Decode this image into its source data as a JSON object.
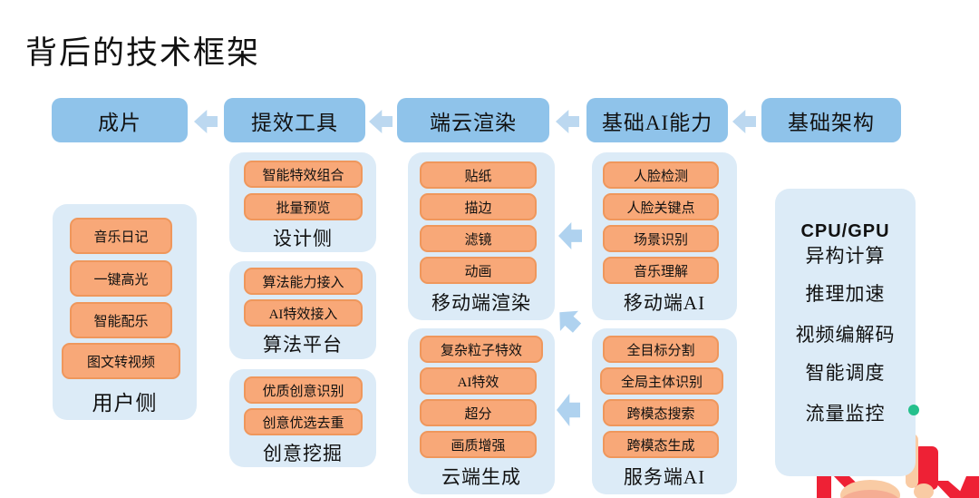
{
  "title": "背后的技术框架",
  "headers": [
    "成片",
    "提效工具",
    "端云渲染",
    "基础AI能力",
    "基础架构"
  ],
  "user_side": {
    "label": "用户侧",
    "items": [
      "音乐日记",
      "一键高光",
      "智能配乐",
      "图文转视频"
    ]
  },
  "design_side": {
    "label": "设计侧",
    "items": [
      "智能特效组合",
      "批量预览"
    ]
  },
  "algo_platform": {
    "label": "算法平台",
    "items": [
      "算法能力接入",
      "AI特效接入"
    ]
  },
  "creative_mining": {
    "label": "创意挖掘",
    "items": [
      "优质创意识别",
      "创意优选去重"
    ]
  },
  "mobile_render": {
    "label": "移动端渲染",
    "items": [
      "贴纸",
      "描边",
      "滤镜",
      "动画"
    ]
  },
  "cloud_gen": {
    "label": "云端生成",
    "items": [
      "复杂粒子特效",
      "AI特效",
      "超分",
      "画质增强"
    ]
  },
  "mobile_ai": {
    "label": "移动端AI",
    "items": [
      "人脸检测",
      "人脸关键点",
      "场景识别",
      "音乐理解"
    ]
  },
  "server_ai": {
    "label": "服务端AI",
    "items": [
      "全目标分割",
      "全局主体识别",
      "跨模态搜索",
      "跨模态生成"
    ]
  },
  "infrastructure": {
    "lines": [
      "CPU/GPU",
      "异构计算",
      "推理加速",
      "视频编解码",
      "智能调度",
      "流量监控"
    ]
  },
  "colors": {
    "header_blue": "#8FC3EA",
    "arrow_blue": "#BCD8F0",
    "panel_blue": "#DCEBF7",
    "chip_fill": "#F8A878",
    "chip_border": "#EF975C",
    "mascot_red": "#EE2135",
    "mascot_skin": "#F9CBA4",
    "mascot_green": "#25C08C"
  }
}
